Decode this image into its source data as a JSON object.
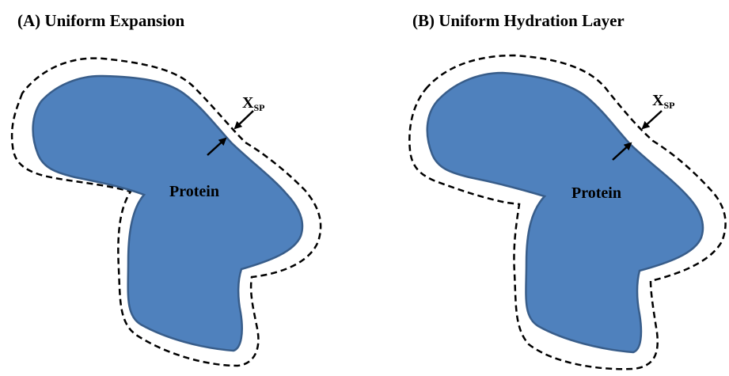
{
  "colors": {
    "protein_fill": "#4f81bd",
    "protein_stroke": "#385d8a",
    "boundary": "#000000"
  },
  "panels": [
    {
      "title": "(A) Uniform Expansion",
      "protein_label": "Protein",
      "distance_label": "X",
      "distance_subscript": "SP"
    },
    {
      "title": "(B) Uniform Hydration Layer",
      "protein_label": "Protein",
      "distance_label": "X",
      "distance_subscript": "SP"
    }
  ]
}
